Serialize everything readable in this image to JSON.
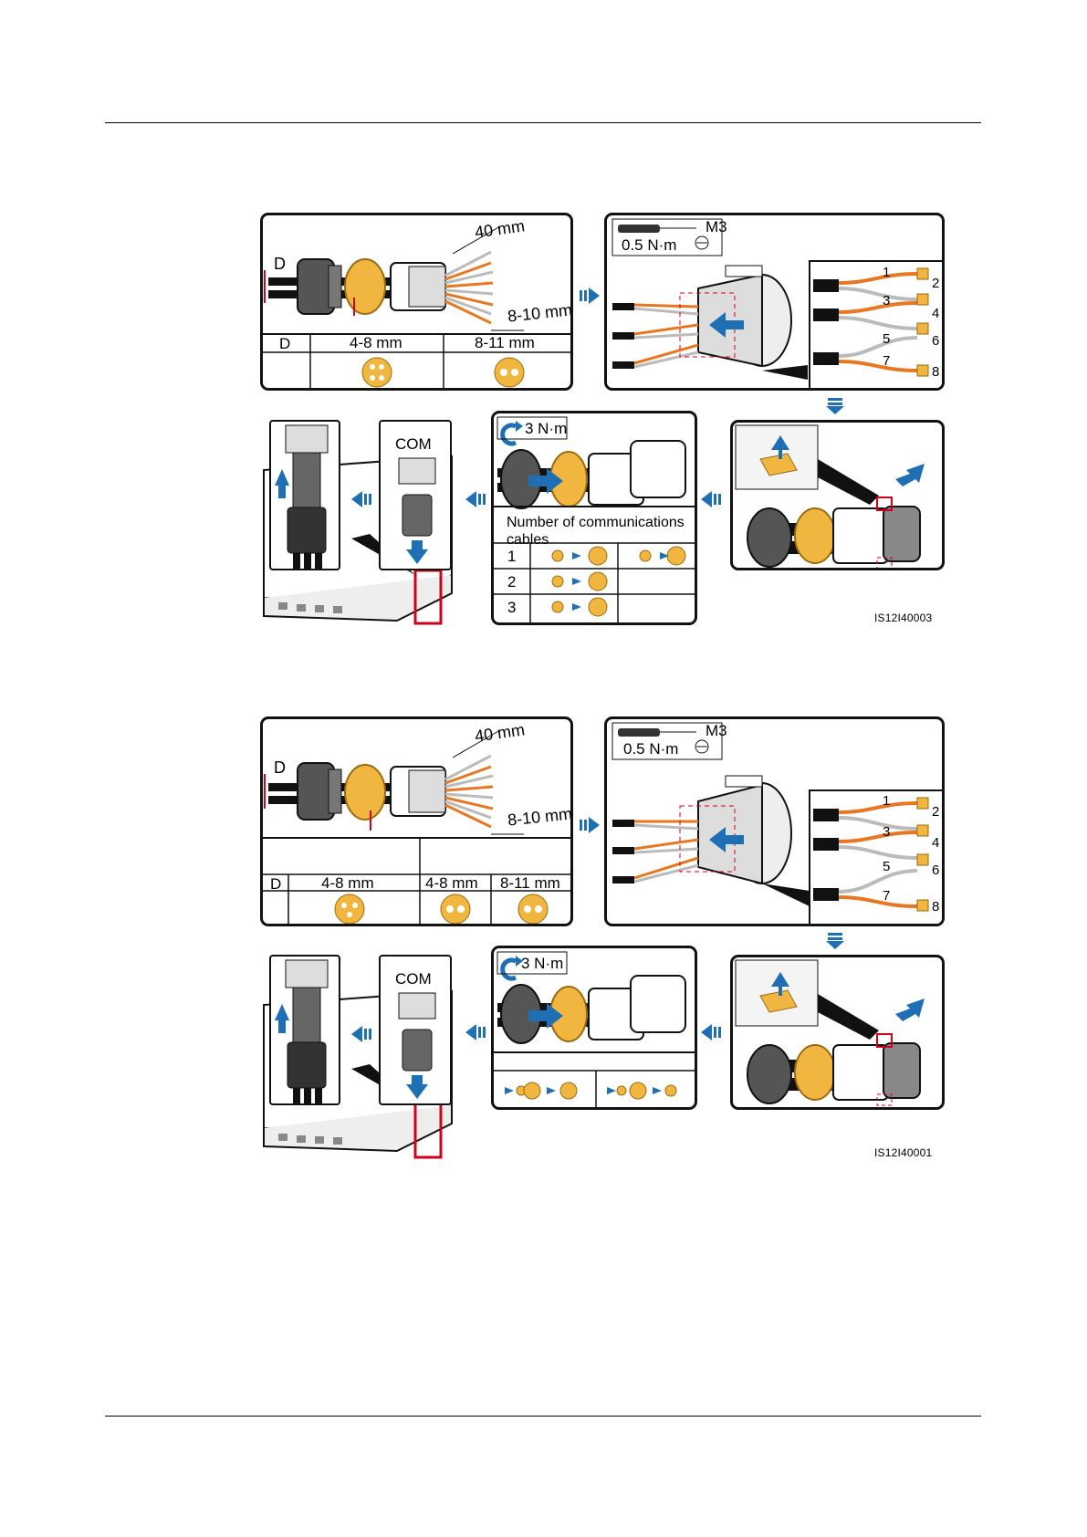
{
  "figure1": {
    "panel_a": {
      "strip_len": "40 mm",
      "dim_label": "D",
      "wire_end": "8-10 mm",
      "table": {
        "header": [
          "D",
          "4-8 mm",
          "8-11 mm"
        ]
      }
    },
    "panel_b": {
      "tool_size": "M3",
      "torque": "0.5 N·m",
      "pins": [
        "1",
        "2",
        "3",
        "4",
        "5",
        "6",
        "7",
        "8"
      ]
    },
    "panel_d": {
      "torque": "3 N·m",
      "table_title": "Number of communications cables",
      "rows": [
        "1",
        "2",
        "3"
      ]
    },
    "panel_f": {
      "port_label": "COM"
    },
    "code": "IS12I40003"
  },
  "figure2": {
    "panel_a": {
      "strip_len": "40 mm",
      "dim_label": "D",
      "wire_end": "8-10 mm",
      "table": {
        "header": [
          "D",
          "4-8 mm",
          "4-8 mm",
          "8-11 mm"
        ]
      }
    },
    "panel_b": {
      "tool_size": "M3",
      "torque": "0.5 N·m",
      "pins": [
        "1",
        "2",
        "3",
        "4",
        "5",
        "6",
        "7",
        "8"
      ]
    },
    "panel_d": {
      "torque": "3 N·m"
    },
    "panel_f": {
      "port_label": "COM"
    },
    "code": "IS12I40001"
  },
  "colors": {
    "arrow_blue": "#1f6fb5",
    "orange": "#e87722",
    "yellow": "#f1b640",
    "red": "#d0021b"
  }
}
